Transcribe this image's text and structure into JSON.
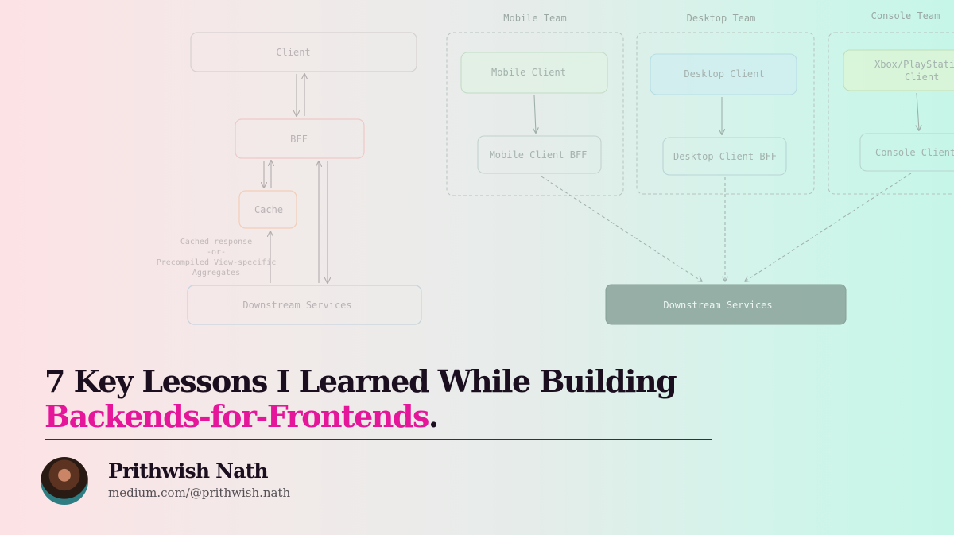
{
  "colors": {
    "title": "#1b0f1f",
    "accent": "#e5169a",
    "downstream_highlight": "#8fa8a0",
    "desktop_client_fill": "#cfeef0",
    "console_client_fill": "#daf5d7"
  },
  "left_diagram": {
    "client": "Client",
    "bff": "BFF",
    "cache": "Cache",
    "note": [
      "Cached response",
      "-or-",
      "Precompiled View-specific",
      "Aggregates"
    ],
    "downstream": "Downstream Services"
  },
  "right_diagram": {
    "teams": [
      {
        "label": "Mobile Team",
        "client": "Mobile Client",
        "bff": "Mobile Client BFF"
      },
      {
        "label": "Desktop Team",
        "client": "Desktop Client",
        "bff": "Desktop Client BFF"
      },
      {
        "label": "Console Team",
        "client_lines": [
          "Xbox/PlayStation",
          "Client"
        ],
        "bff": "Console Client BFF"
      }
    ],
    "downstream": "Downstream Services"
  },
  "title": {
    "line1": "7 Key Lessons I Learned While Building",
    "line2_accent": "Backends-for-Frontends",
    "line2_suffix": "."
  },
  "author": {
    "name": "Prithwish Nath",
    "url": "medium.com/@prithwish.nath"
  }
}
